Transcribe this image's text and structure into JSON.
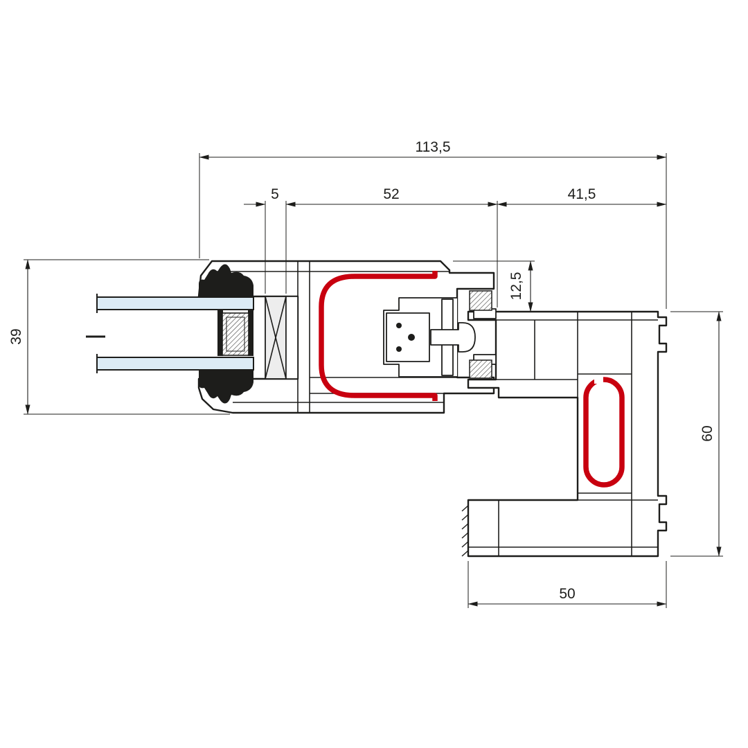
{
  "drawing": {
    "type": "technical-cross-section",
    "subject": "PVC window sash and frame profile section with glazing and seals",
    "dims": {
      "total_width": "113,5",
      "glazing_shim": "5",
      "sash_width": "52",
      "overlap_width": "41,5",
      "glass_package": "39",
      "rebate_gap": "12,5",
      "frame_height": "60",
      "frame_width": "50"
    },
    "colors": {
      "line": "#1d1d1b",
      "seal": "#c8000f",
      "glass": "#dcebf5",
      "block": "#ededed"
    }
  }
}
